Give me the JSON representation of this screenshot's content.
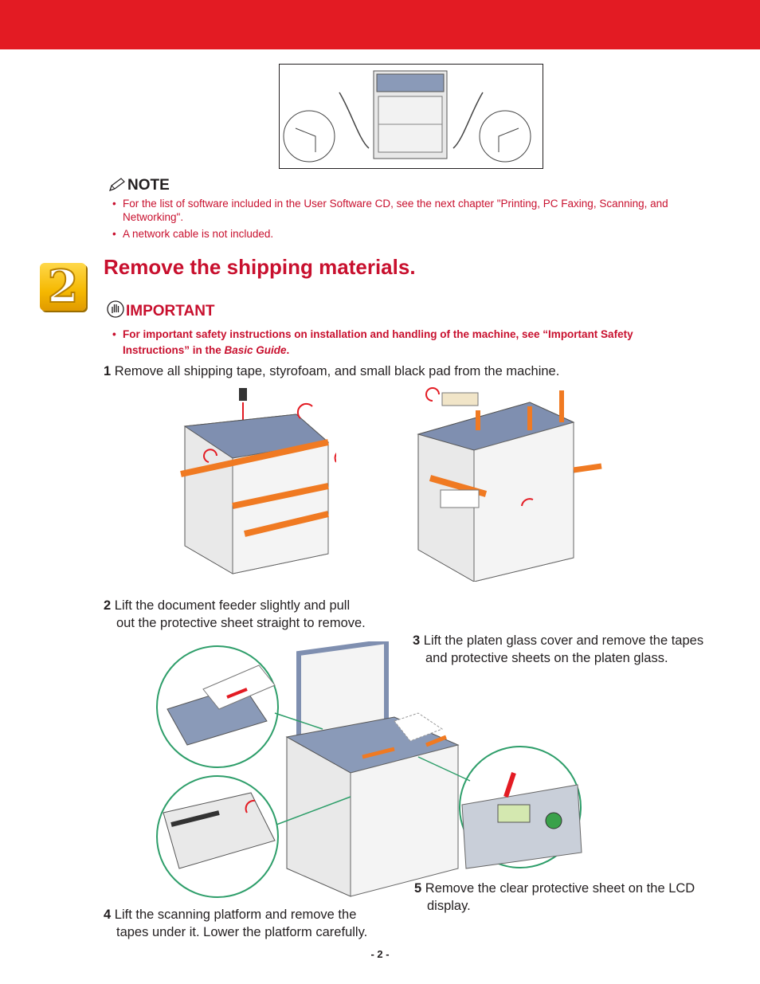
{
  "note": {
    "heading": "NOTE",
    "items": [
      "For the list of software included in the User Software CD, see the next chapter \"Printing, PC Faxing, Scanning, and Networking\".",
      "A network cable is not included."
    ]
  },
  "step": {
    "number": "2",
    "title": "Remove the shipping materials."
  },
  "important": {
    "heading": "IMPORTANT",
    "item_prefix": "For important safety instructions on installation and handling of the machine, see “Important Safety Instructions” in the ",
    "item_emphasis": "Basic Guide",
    "item_suffix": "."
  },
  "substeps": [
    {
      "num": "1",
      "line1": "Remove all shipping tape, styrofoam, and small black pad from the machine.",
      "line2": ""
    },
    {
      "num": "2",
      "line1": "Lift the document feeder slightly and pull",
      "line2": "out the protective sheet straight to remove."
    },
    {
      "num": "3",
      "line1": "Lift the platen glass cover and remove the tapes",
      "line2": "and protective sheets on the platen glass."
    },
    {
      "num": "4",
      "line1": "Lift the scanning platform and remove the",
      "line2": "tapes under it. Lower the platform carefully."
    },
    {
      "num": "5",
      "line1": "Remove the clear protective sheet on the LCD",
      "line2": "display."
    }
  ],
  "page_number": "- 2 -",
  "colors": {
    "accent_red": "#e31b23",
    "text_red": "#c8102e",
    "tape_orange": "#f07a22",
    "step_yellow": "#f5b800"
  }
}
